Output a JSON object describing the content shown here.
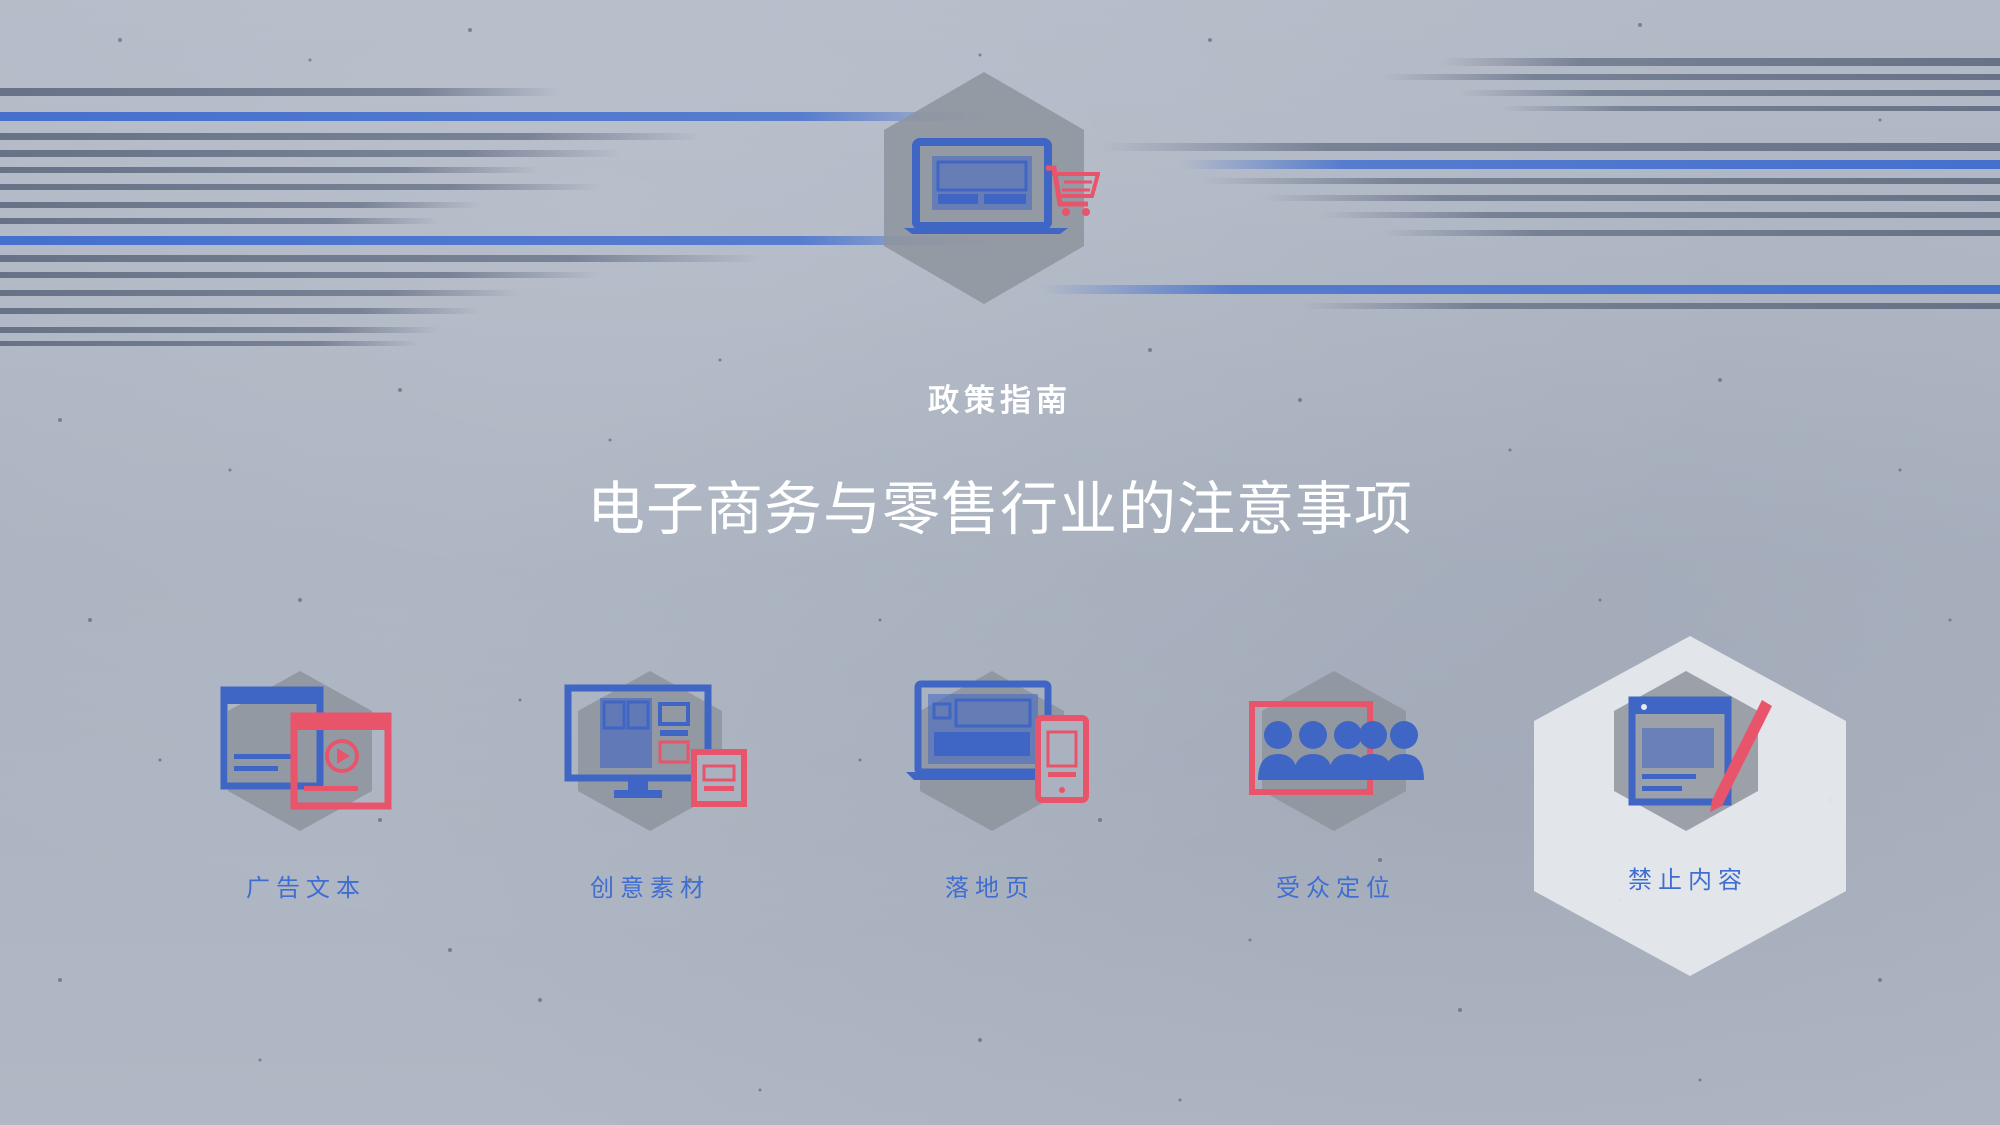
{
  "header": {
    "eyebrow": "政策指南",
    "title": "电子商务与零售行业的注意事项"
  },
  "nav": {
    "items": [
      {
        "label": "广告文本",
        "icon": "ad-text-icon",
        "selected": false
      },
      {
        "label": "创意素材",
        "icon": "creative-assets-icon",
        "selected": false
      },
      {
        "label": "落地页",
        "icon": "landing-page-icon",
        "selected": false
      },
      {
        "label": "受众定位",
        "icon": "audience-targeting-icon",
        "selected": false
      },
      {
        "label": "禁止内容",
        "icon": "prohibited-content-icon",
        "selected": true
      }
    ]
  },
  "hero": {
    "icon": "laptop-shopping-cart-icon"
  },
  "colors": {
    "accent_blue": "#3f66c4",
    "accent_red": "#e8546a",
    "hex_gray": "#8e949e",
    "label_blue": "#3f6ed0",
    "selected_hex": "#e7e9ee"
  }
}
